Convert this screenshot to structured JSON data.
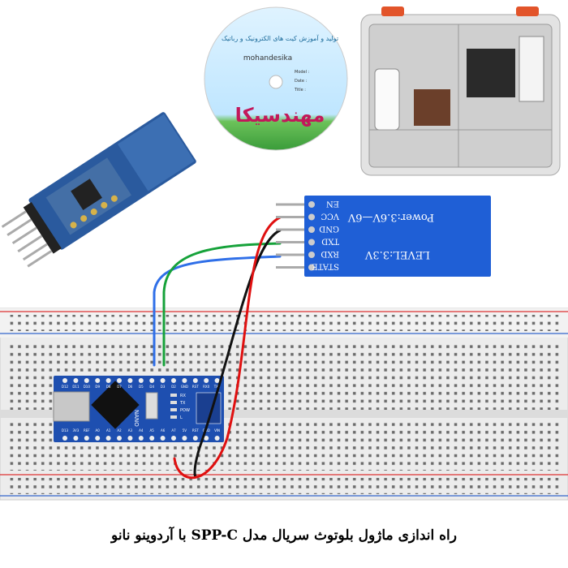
{
  "caption": "راه اندازی ماژول بلوتوث سریال مدل SPP-C با آردوینو نانو",
  "cd": {
    "brand_fa": "مهندسیکا",
    "tagline_fa": "تولید و آموزش کیت های الکترونیک و رباتیک",
    "brand_en": "mohandesika",
    "fields": [
      "Model :",
      "Date :",
      "Title :"
    ]
  },
  "bt_module": {
    "pins": [
      "EN",
      "VCC",
      "GND",
      "TXD",
      "RXD",
      "STATE"
    ],
    "power_label": "Power:3.6V—6V",
    "level_label": "LEVEL:3.3V"
  },
  "nano": {
    "label": "NANO",
    "top_pins": [
      "D12",
      "D11",
      "D10",
      "D9",
      "D8",
      "D7",
      "D6",
      "D5",
      "D4",
      "D3",
      "D2",
      "GND",
      "RST",
      "RX0",
      "TX1"
    ],
    "bottom_pins": [
      "D13",
      "3V3",
      "REF",
      "A0",
      "A1",
      "A2",
      "A3",
      "A4",
      "A5",
      "A6",
      "A7",
      "5V",
      "RST",
      "GND",
      "VIN"
    ],
    "leds": [
      "RX",
      "TX",
      "POW",
      "L"
    ]
  },
  "colors": {
    "pcb_blue": "#1f5fd6",
    "wire_red": "#e01010",
    "wire_black": "#111111",
    "wire_green": "#16a23a",
    "wire_blue": "#2f6fe8",
    "rail_red": "#d33",
    "rail_blue": "#36c"
  }
}
